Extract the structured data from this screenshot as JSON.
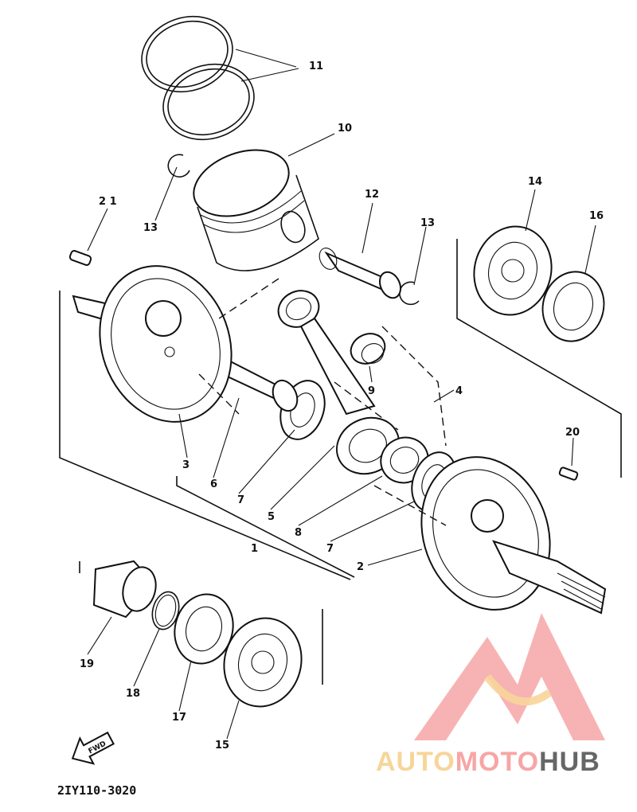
{
  "diagram_code": "2IY110-3020",
  "fwd_label": "FWD",
  "brand": {
    "part1": "AUTO",
    "part2": "MOTO",
    "part3": "HUB",
    "color_primary": "#f6a6a6",
    "color_secondary": "#f7d59a",
    "color_dark": "#666666"
  },
  "callouts": {
    "c1": "1",
    "c2": "2",
    "c3": "3",
    "c4": "4",
    "c5": "5",
    "c6": "6",
    "c7a": "7",
    "c7b": "7",
    "c8": "8",
    "c9": "9",
    "c10": "10",
    "c11": "11",
    "c12": "12",
    "c13a": "13",
    "c13b": "13",
    "c14": "14",
    "c15": "15",
    "c16": "16",
    "c17": "17",
    "c18": "18",
    "c19": "19",
    "c20": "20",
    "c21": "2 1"
  }
}
